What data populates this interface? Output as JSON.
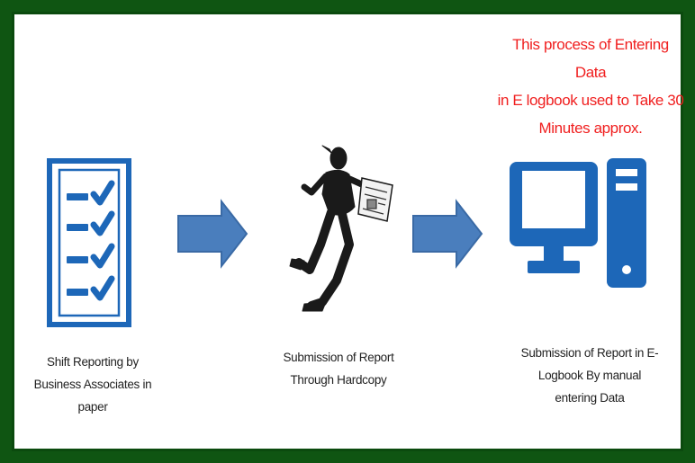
{
  "note": {
    "line1": "This process of Entering Data",
    "line2": "in E logbook  used to Take 30",
    "line3": "Minutes approx."
  },
  "steps": [
    {
      "lines": [
        "Shift Reporting by",
        "Business Associates in",
        "paper"
      ],
      "icon": "checklist-icon"
    },
    {
      "lines": [
        "Submission of Report",
        "Through Hardcopy"
      ],
      "icon": "running-man-icon"
    },
    {
      "lines": [
        "Submission of Report in E-",
        "Logbook By manual",
        "entering Data"
      ],
      "icon": "desktop-computer-icon"
    }
  ],
  "colors": {
    "frame": "#0f5512",
    "icon_blue": "#1d67b8",
    "arrow_fill": "#4a7ebd",
    "arrow_stroke": "#3a6aa5",
    "note_text": "#f01f1f"
  }
}
